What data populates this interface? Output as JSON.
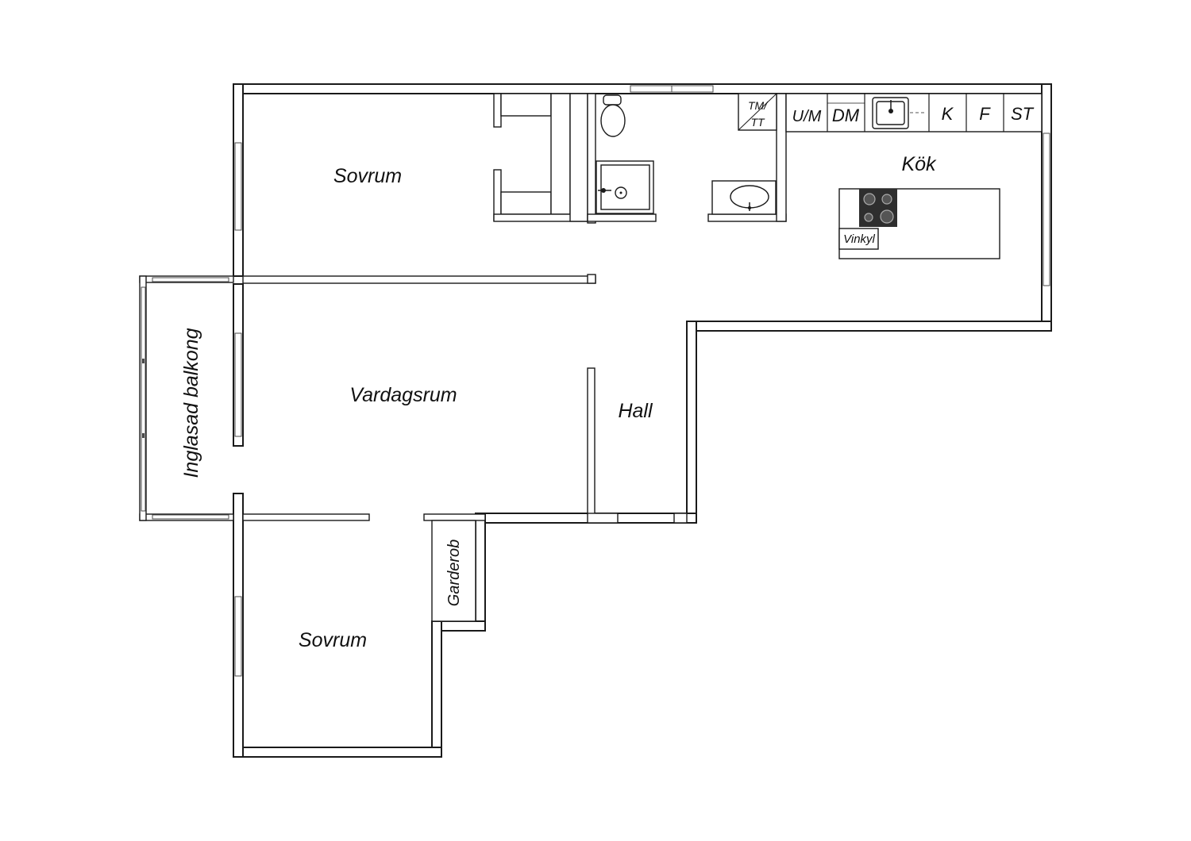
{
  "rooms": {
    "sovrum_top": "Sovrum",
    "sovrum_bottom": "Sovrum",
    "vardagsrum": "Vardagsrum",
    "kok": "Kök",
    "hall": "Hall",
    "balkong": "Inglasad balkong",
    "garderob": "Garderob"
  },
  "fixtures": {
    "tm_line1": "TM/",
    "tm_line2": "TT",
    "um": "U/M",
    "dm": "DM",
    "k": "K",
    "f": "F",
    "st": "ST",
    "vinkyl": "Vinkyl"
  },
  "colors": {
    "wall": "#1a1a1a",
    "background": "#ffffff",
    "stove": "#2e2e2e"
  }
}
